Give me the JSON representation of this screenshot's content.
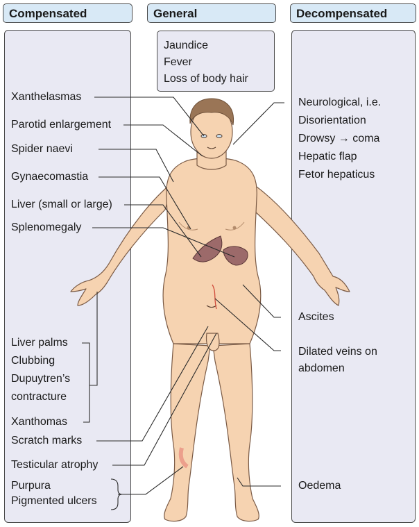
{
  "headers": {
    "compensated": "Compensated",
    "general": "General",
    "decompensated": "Decompensated"
  },
  "general": [
    "Jaundice",
    "Fever",
    "Loss of body hair"
  ],
  "compensated": {
    "xanthelasmas": "Xanthelasmas",
    "parotid": "Parotid enlargement",
    "spider": "Spider naevi",
    "gynae": "Gynaecomastia",
    "liver": "Liver (small or large)",
    "spleno": "Splenomegaly",
    "palms": "Liver palms",
    "clubbing": "Clubbing",
    "dupuytren1": "Dupuytren’s",
    "dupuytren2": "contracture",
    "xanthomas": "Xanthomas",
    "scratch": "Scratch marks",
    "testicular": "Testicular atrophy",
    "purpura": "Purpura",
    "ulcers": "Pigmented ulcers"
  },
  "decompensated": {
    "neuro": "Neurological, i.e.",
    "disorientation": "Disorientation",
    "drowsy": "Drowsy → coma",
    "flap": "Hepatic flap",
    "fetor": "Fetor hepaticus",
    "ascites": "Ascites",
    "veins1": "Dilated veins on",
    "veins2": "abdomen",
    "oedema": "Oedema"
  },
  "colors": {
    "header_fill": "#d8e9f6",
    "panel_fill": "#e9e9f3",
    "skin": "#f6d3b1",
    "hair": "#9a7556",
    "organ": "#9c6a6a"
  }
}
